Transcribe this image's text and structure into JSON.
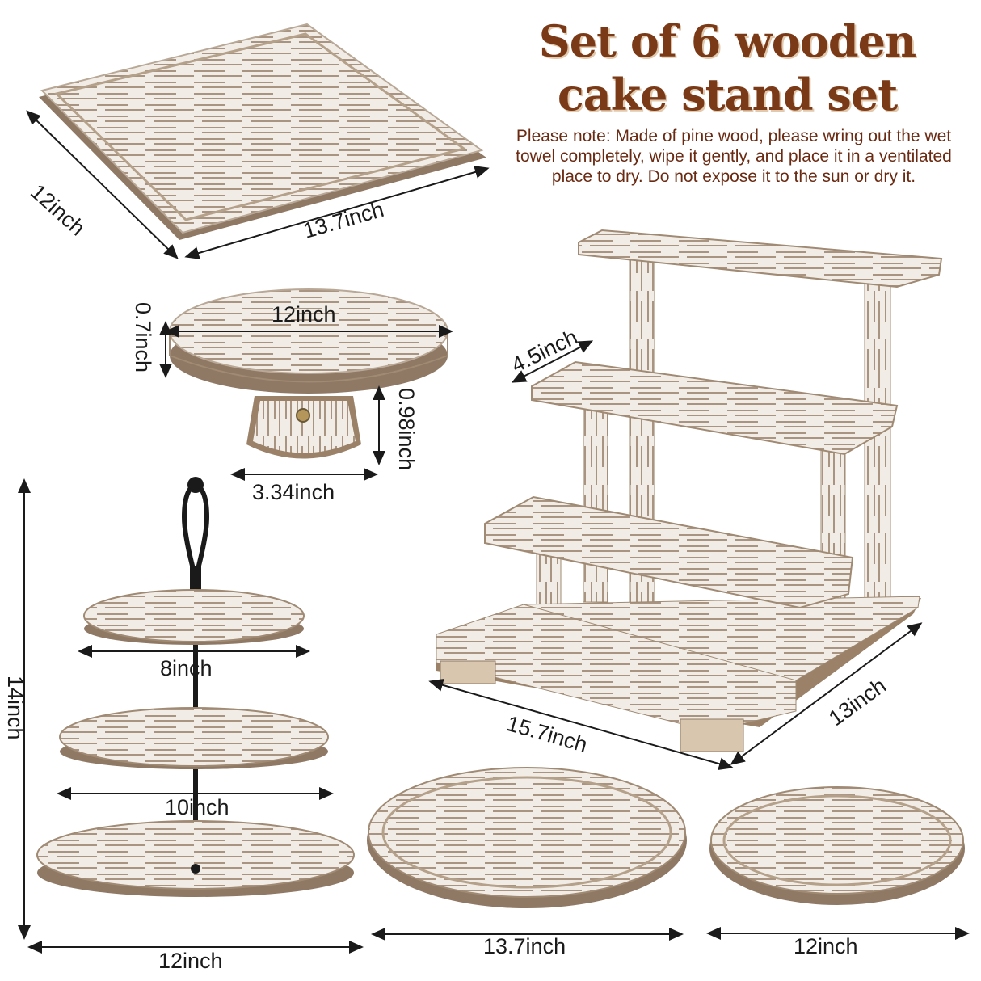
{
  "heading": {
    "line1": "Set of 6 wooden",
    "line2": "cake stand set"
  },
  "note": "Please note: Made of pine wood, please wring out the wet towel completely, wipe it gently, and place it in a ventilated place to dry. Do not expose it to the sun or dry it.",
  "colors": {
    "title": "#7a3a17",
    "note": "#6a2a12",
    "wood_light": "#f1ede6",
    "wood_dark": "#9b8570",
    "arrow": "#1a1a1a"
  },
  "dimensions": {
    "tray_depth": "12inch",
    "tray_width": "13.7inch",
    "cake_stand_diameter": "12inch",
    "cake_stand_plate_thickness": "0.7inch",
    "cake_stand_base_height": "0.98inch",
    "cake_stand_base_width": "3.34inch",
    "riser_step_depth": "4.5inch",
    "riser_width": "15.7inch",
    "riser_depth": "13inch",
    "tier_height": "14inch",
    "tier_top": "8inch",
    "tier_middle": "10inch",
    "tier_bottom": "12inch",
    "round_tray_large": "13.7inch",
    "round_tray_small": "12inch"
  }
}
